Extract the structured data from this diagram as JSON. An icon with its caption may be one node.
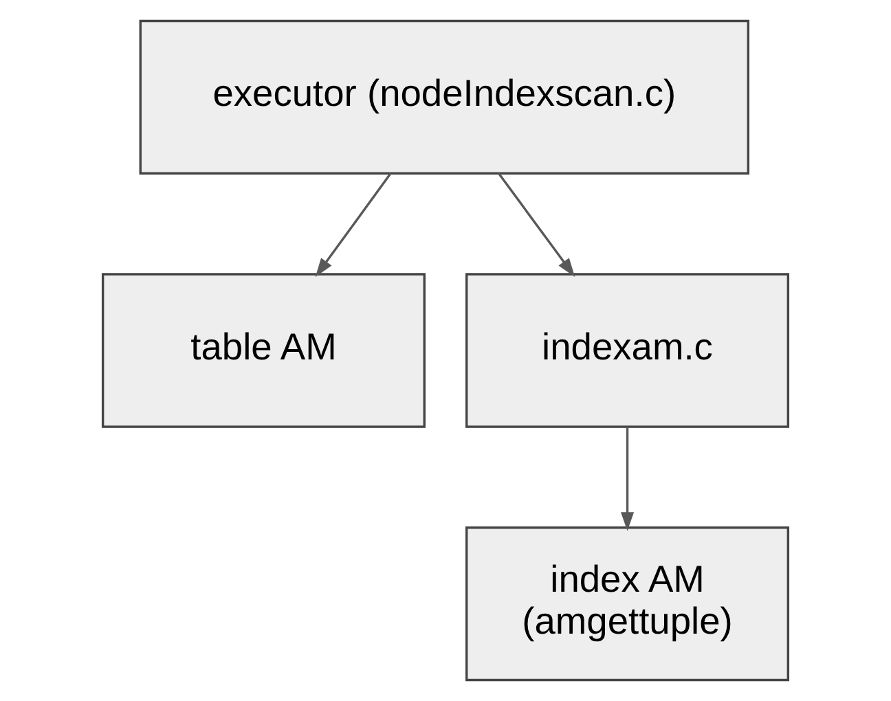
{
  "diagram": {
    "nodes": [
      {
        "text": [
          "executor (nodeIndexscan.c)"
        ]
      },
      {
        "text": [
          "table AM"
        ]
      },
      {
        "text": [
          "indexam.c"
        ]
      },
      {
        "text": [
          "index AM (amgettuple)"
        ]
      }
    ],
    "edges": [
      {
        "from": 0,
        "to": 1,
        "arrow": "to"
      },
      {
        "from": 0,
        "to": 2,
        "arrow": "to"
      },
      {
        "from": 2,
        "to": 3,
        "arrow": "to"
      }
    ]
  }
}
